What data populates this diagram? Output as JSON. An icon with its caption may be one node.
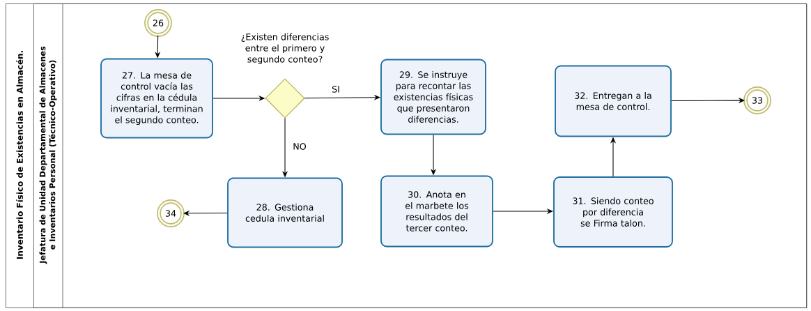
{
  "diagram": {
    "nodes": [
      {
        "text": [
          "Inventario Físico de Existencias en Almacén."
        ]
      },
      {
        "text": [
          "Jefatura de Unidad Departamental de Almacenes e Inventarios Personal (Técnico-Operativo)"
        ],
        "in": 0
      },
      {
        "text": [
          "26"
        ],
        "in": 1
      },
      {
        "text": [
          "27. La mesa de control vacía las cifras en la cédula inventarial, terminan el segundo conteo."
        ],
        "in": 1
      },
      {
        "text": [
          "¿Existen diferencias entre el primero y segundo conteo?"
        ],
        "in": 1
      },
      {
        "text": [
          "29. Se instruye para recontar las existencias físicas que presentaron diferencias."
        ],
        "in": 1
      },
      {
        "text": [
          "32. Entregan a la mesa de control."
        ],
        "in": 1
      },
      {
        "text": [
          "33"
        ],
        "in": 1
      },
      {
        "text": [
          "34"
        ],
        "in": 1
      },
      {
        "text": [
          "28. Gestiona cedula inventarial"
        ],
        "in": 1
      },
      {
        "text": [
          "30. Anota en el marbete los resultados del tercer conteo."
        ],
        "in": 1
      },
      {
        "text": [
          "31. Siendo conteo por diferencia se Firma talon."
        ],
        "in": 1
      }
    ],
    "edges": [
      {
        "from": 2,
        "to": 3,
        "arrow": "to"
      },
      {
        "from": 3,
        "to": 4,
        "arrow": "to"
      },
      {
        "from": 4,
        "to": 5,
        "arrow": "to",
        "label": "SI"
      },
      {
        "from": 4,
        "to": 9,
        "arrow": "to",
        "label": "NO"
      },
      {
        "from": 9,
        "to": 8,
        "arrow": "to"
      },
      {
        "from": 5,
        "to": 10,
        "arrow": "to"
      },
      {
        "from": 10,
        "to": 11,
        "arrow": "to"
      },
      {
        "from": 11,
        "to": 6,
        "arrow": "to"
      },
      {
        "from": 6,
        "to": 7,
        "arrow": "to"
      }
    ]
  }
}
